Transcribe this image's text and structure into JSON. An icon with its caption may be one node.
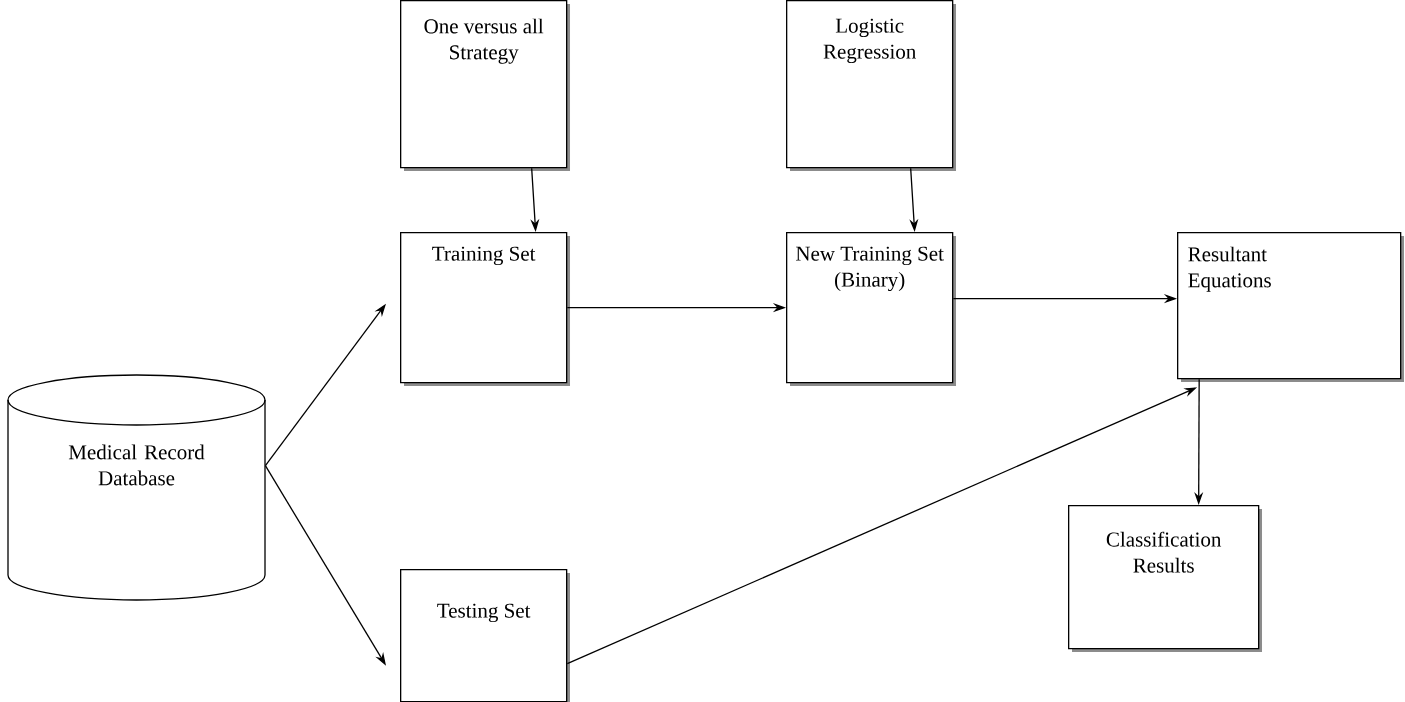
{
  "diagram": {
    "nodes": [
      {
        "text": [
          "One versus all Strategy"
        ]
      },
      {
        "text": [
          "Logistic Regression"
        ]
      },
      {
        "text": [
          "Training Set"
        ]
      },
      {
        "text": [
          "New Training Set (Binary)"
        ]
      },
      {
        "text": [
          "Resultant Equations"
        ]
      },
      {
        "text": [
          "Medical Record Database"
        ]
      },
      {
        "text": [
          "Testing Set"
        ]
      },
      {
        "text": [
          "Classification Results"
        ]
      }
    ],
    "edges": [
      {
        "from": 0,
        "to": 2,
        "arrow": "to"
      },
      {
        "from": 1,
        "to": 3,
        "arrow": "to"
      },
      {
        "from": 2,
        "to": 3,
        "arrow": "to"
      },
      {
        "from": 3,
        "to": 4,
        "arrow": "to"
      },
      {
        "from": 5,
        "to": 2,
        "arrow": "to"
      },
      {
        "from": 5,
        "to": 6,
        "arrow": "to"
      },
      {
        "from": 6,
        "to": 4,
        "arrow": "to"
      },
      {
        "from": 4,
        "to": 7,
        "arrow": "to"
      }
    ]
  }
}
